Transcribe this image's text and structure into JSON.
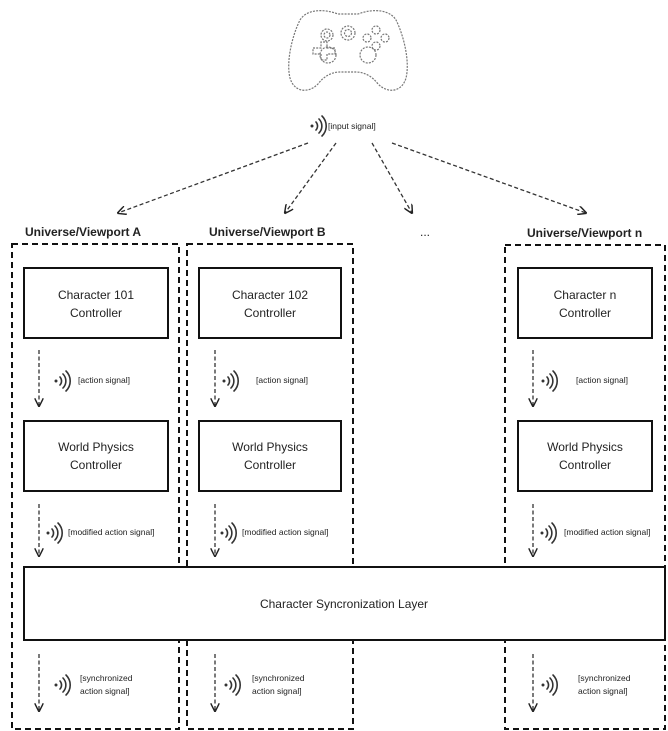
{
  "input_signal": "[input signal]",
  "ellipsis": "...",
  "sync_layer": "Character Syncronization Layer",
  "viewports": [
    {
      "title": "Universe/Viewport A",
      "character_line1": "Character 101",
      "character_line2": "Controller",
      "physics_line1": "World Physics",
      "physics_line2": "Controller",
      "action_signal": "[action signal]",
      "modified_signal": "[modified action signal]",
      "sync_line1": "[synchronized",
      "sync_line2": "action signal]"
    },
    {
      "title": "Universe/Viewport B",
      "character_line1": "Character 102",
      "character_line2": "Controller",
      "physics_line1": "World Physics",
      "physics_line2": "Controller",
      "action_signal": "[action signal]",
      "modified_signal": "[modified action signal]",
      "sync_line1": "[synchronized",
      "sync_line2": "action signal]"
    },
    {
      "title": "Universe/Viewport n",
      "character_line1": "Character n",
      "character_line2": "Controller",
      "physics_line1": "World Physics",
      "physics_line2": "Controller",
      "action_signal": "[action signal]",
      "modified_signal": "[modified action signal]",
      "sync_line1": "[synchronized",
      "sync_line2": "action signal]"
    }
  ]
}
